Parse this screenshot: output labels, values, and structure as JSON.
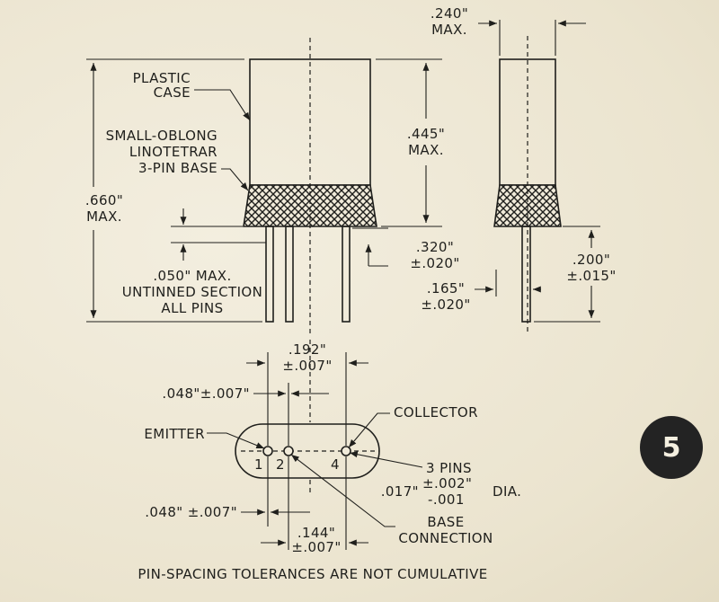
{
  "labels": {
    "plastic_case": [
      "PLASTIC",
      "CASE"
    ],
    "base_desc": [
      "SMALL-OBLONG",
      "LINOTETRAR",
      "3-PIN BASE"
    ],
    "overall_height": [
      ".660\"",
      "MAX."
    ],
    "case_height": [
      ".445\"",
      "MAX."
    ],
    "width_max": [
      ".240\"",
      "MAX."
    ],
    "untinned": [
      ".050\" MAX.",
      "UNTINNED SECTION",
      "ALL PINS"
    ],
    "pin_len": [
      ".320\"",
      "±.020\""
    ],
    "side_pin": [
      ".200\"",
      "±.015\""
    ],
    "pin_offset": [
      ".165\"",
      "±.020\""
    ],
    "pin_span": [
      ".192\"",
      "±.007\""
    ],
    "pin_spacing_top": ".048\"±.007\"",
    "pin_spacing_bottom": ".048\" ±.007\"",
    "base_pitch": [
      ".144\"",
      "±.007\""
    ],
    "emitter": "EMITTER",
    "collector": "COLLECTOR",
    "three_pins": "3 PINS",
    "pin_dia_value": ".017\"",
    "pin_dia_tol_plus": "±.002\"",
    "pin_dia_tol_minus": "-.001",
    "pin_dia_suffix": "DIA.",
    "base_connection": [
      "BASE",
      "CONNECTION"
    ],
    "pin_numbers": [
      "1",
      "2",
      "4"
    ],
    "footer_note": "PIN-SPACING TOLERANCES ARE NOT CUMULATIVE"
  },
  "figure_number": "5"
}
